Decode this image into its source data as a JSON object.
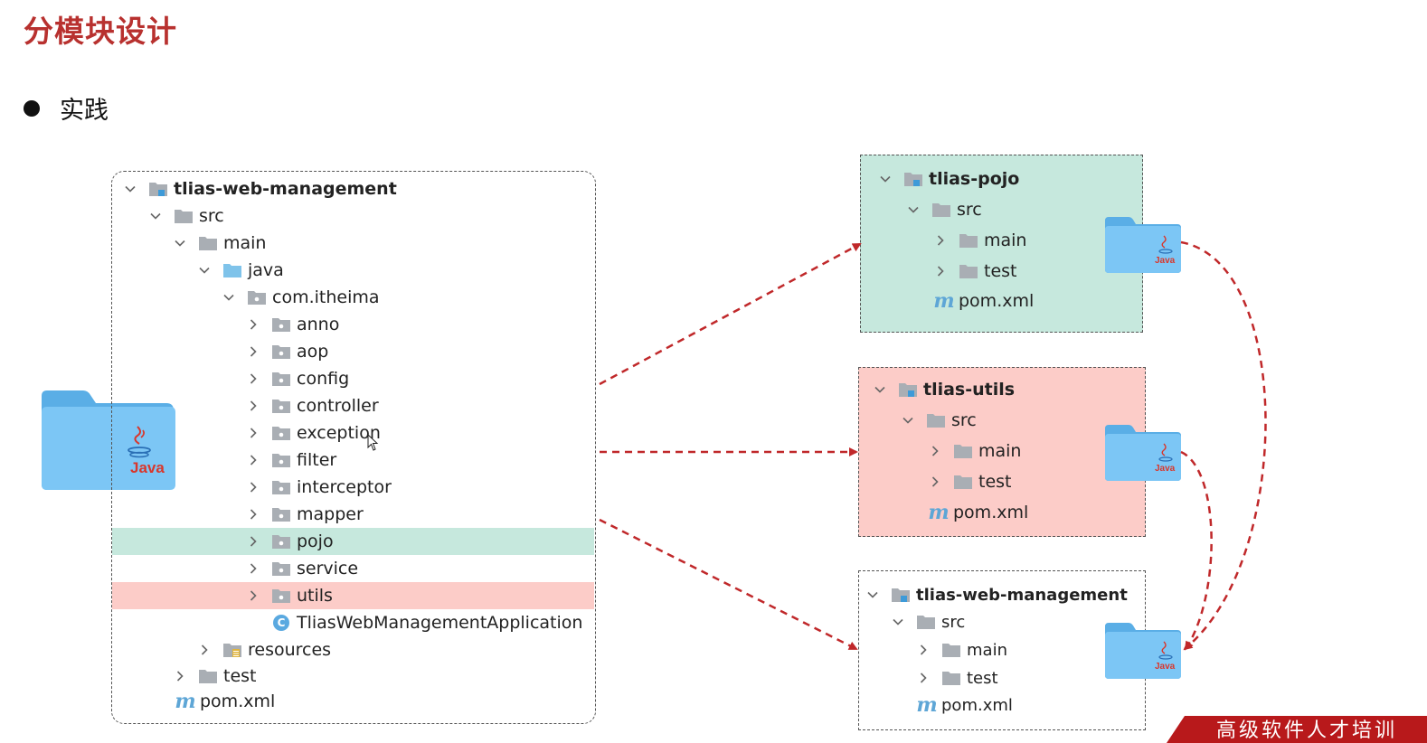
{
  "page": {
    "title": "分模块设计",
    "bullet": "实践"
  },
  "left_tree": {
    "root": "tlias-web-management",
    "src": "src",
    "main": "main",
    "java": "java",
    "package": "com.itheima",
    "packages": [
      "anno",
      "aop",
      "config",
      "controller",
      "exception",
      "filter",
      "interceptor",
      "mapper",
      "pojo",
      "service",
      "utils"
    ],
    "app_class": "TliasWebManagementApplication",
    "app_class_icon": "C",
    "resources": "resources",
    "test": "test",
    "pom": "pom.xml",
    "pom_icon": "m"
  },
  "modules": [
    {
      "name": "tlias-pojo",
      "src": "src",
      "main": "main",
      "test": "test",
      "pom": "pom.xml",
      "pom_icon": "m",
      "color": "#c6e8dd"
    },
    {
      "name": "tlias-utils",
      "src": "src",
      "main": "main",
      "test": "test",
      "pom": "pom.xml",
      "pom_icon": "m",
      "color": "#fcccc8"
    },
    {
      "name": "tlias-web-management",
      "src": "src",
      "main": "main",
      "test": "test",
      "pom": "pom.xml",
      "pom_icon": "m",
      "color": "#ffffff"
    }
  ],
  "java_folder_label": "Java",
  "footer": {
    "text": "高级软件人才培训"
  },
  "colors": {
    "title": "#b8312f",
    "arrow": "#c0282a",
    "pojo_bg": "#c6e8dd",
    "utils_bg": "#fcccc8",
    "folder_blue": "#6ec3f5"
  },
  "icons": [
    "folder-icon",
    "module-folder-icon",
    "package-icon",
    "java-folder-icon",
    "maven-icon",
    "class-icon",
    "resources-folder-icon",
    "chevron-down-icon",
    "chevron-right-icon"
  ]
}
